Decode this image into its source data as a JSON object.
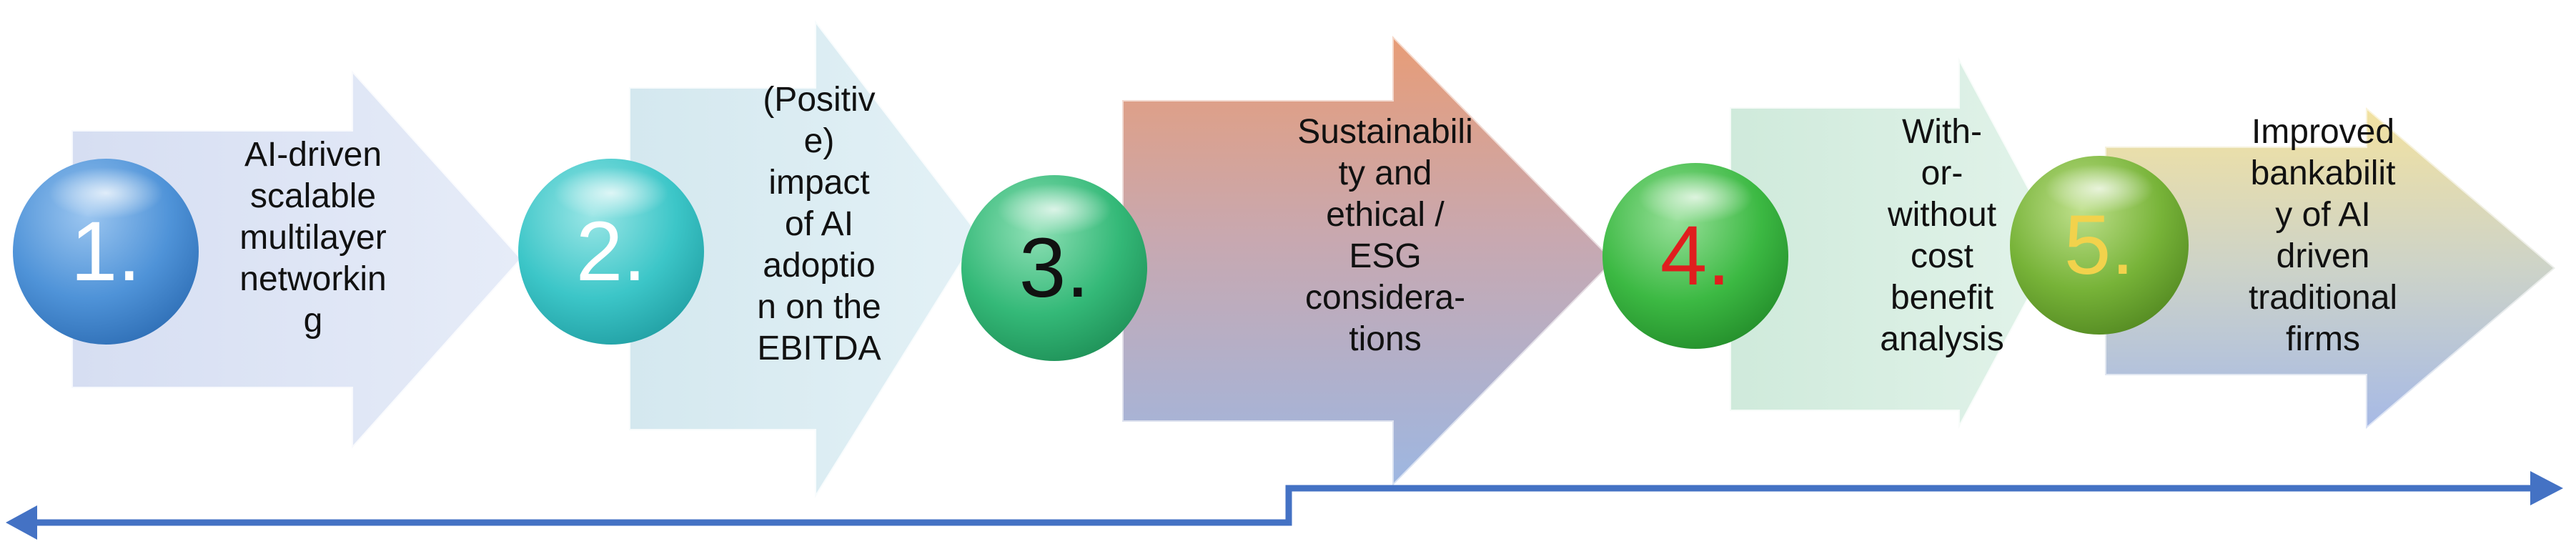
{
  "diagram": {
    "steps": [
      {
        "number": "1.",
        "lines": [
          "AI-driven",
          "scalable",
          "multilayer",
          "networkin",
          "g"
        ],
        "number_color": "#ffffff",
        "circle_color": "#4f93d8",
        "arrow_color": "#d7e0f2"
      },
      {
        "number": "2.",
        "lines": [
          "(Positiv",
          "e)",
          "impact",
          "of AI",
          "adoptio",
          "n on the",
          "EBITDA"
        ],
        "number_color": "#ffffff",
        "circle_color": "#3cc6c8",
        "arrow_color": "#d9edf2"
      },
      {
        "number": "3.",
        "lines": [
          "Sustainabili",
          "ty and",
          "ethical /",
          "ESG",
          "considera-",
          "tions"
        ],
        "number_color": "#111111",
        "circle_color": "#34b978",
        "arrow_color": "#e8a27c"
      },
      {
        "number": "4.",
        "lines": [
          "With-",
          "or-",
          "without",
          "cost",
          "benefit",
          "analysis"
        ],
        "number_color": "#e01e1e",
        "circle_color": "#3cb943",
        "arrow_color": "#d6efe4"
      },
      {
        "number": "5.",
        "lines": [
          "Improved",
          "bankabilit",
          "y of AI",
          "driven",
          "traditional",
          "firms"
        ],
        "number_color": "#f2d24c",
        "circle_color": "#77b338",
        "arrow_color": "#f1e1a6"
      }
    ],
    "timeline_color": "#4472c4"
  }
}
